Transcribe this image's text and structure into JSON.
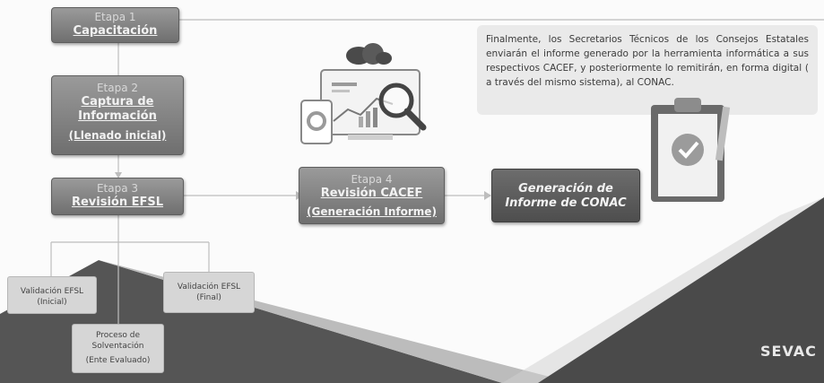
{
  "stage1": {
    "stage": "Etapa 1",
    "title": "Capacitación"
  },
  "stage2": {
    "stage": "Etapa 2",
    "title_line1": "Captura de",
    "title_line2": "Información",
    "subtitle": "(Llenado inicial)"
  },
  "stage3": {
    "stage": "Etapa 3",
    "title": "Revisión EFSL"
  },
  "stage4": {
    "stage": "Etapa 4",
    "title": "Revisión CACEF",
    "subtitle": "(Generación Informe)"
  },
  "final_step": {
    "line1": "Generación de",
    "line2": "Informe de CONAC"
  },
  "validacion_inicial": {
    "line1": "Validación EFSL",
    "line2": "(Inicial)"
  },
  "validacion_final": {
    "line1": "Validación EFSL",
    "line2": "(Final)"
  },
  "solventacion": {
    "line1": "Proceso de",
    "line2": "Solventación",
    "line3": "(Ente Evaluado)"
  },
  "note": {
    "text": "Finalmente, los Secretarios Técnicos de los Consejos Estatales enviarán el informe generado por la herramienta informática a sus respectivos CACEF, y posteriormente lo remitirán, en forma digital ( a través del mismo sistema), al CONAC."
  },
  "brand": {
    "text": "SEVAC"
  },
  "icons": [
    "analytics-dashboard-icon",
    "cloud-icon",
    "magnifier-icon",
    "clipboard-check-icon",
    "pencil-icon"
  ]
}
